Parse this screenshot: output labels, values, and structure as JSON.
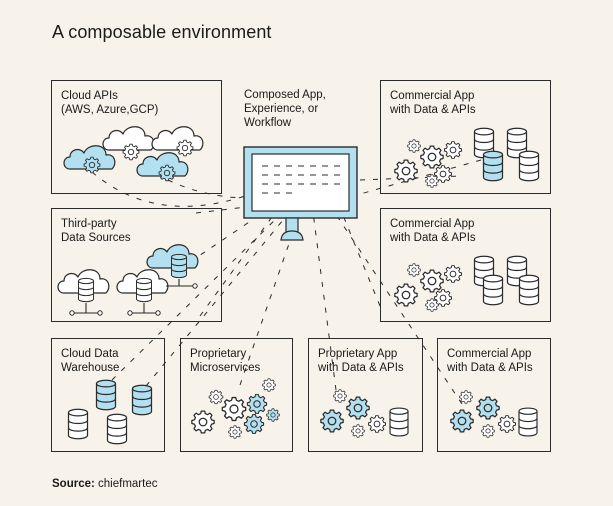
{
  "title": "A composable environment",
  "colors": {
    "background": "#f7f2ea",
    "accent_blue": "#b3e0f0",
    "stroke": "#2b2b2b"
  },
  "center": {
    "label": "Composed App,\nExperience, or\nWorkflow",
    "icon": "monitor-icon"
  },
  "components": [
    {
      "id": "cloud-apis",
      "label": "Cloud APIs\n(AWS, Azure,GCP)",
      "icons": [
        "cloud-gear-icon",
        "cloud-gear-icon",
        "cloud-gear-icon",
        "cloud-gear-icon"
      ]
    },
    {
      "id": "third-party-data",
      "label": "Third-party\nData Sources",
      "icons": [
        "cloud-database-icon",
        "cloud-database-icon",
        "cloud-database-icon"
      ]
    },
    {
      "id": "cloud-data-warehouse",
      "label": "Cloud Data\nWarehouse",
      "icons": [
        "database-icon",
        "database-icon",
        "database-icon",
        "database-icon"
      ]
    },
    {
      "id": "proprietary-microservices",
      "label": "Proprietary\nMicroservices",
      "icons": [
        "gear-icon"
      ]
    },
    {
      "id": "proprietary-app",
      "label": "Proprietary App\nwith Data & APIs",
      "icons": [
        "gear-icon",
        "database-icon"
      ]
    },
    {
      "id": "commercial-app-bottom",
      "label": "Commercial App\nwith Data & APIs",
      "icons": [
        "gear-icon",
        "database-icon"
      ]
    },
    {
      "id": "commercial-app-middle",
      "label": "Commercial App\nwith Data & APIs",
      "icons": [
        "gear-icon",
        "database-icon"
      ]
    },
    {
      "id": "commercial-app-top",
      "label": "Commercial App\nwith Data & APIs",
      "icons": [
        "gear-icon",
        "database-icon"
      ]
    }
  ],
  "source": {
    "prefix": "Source:",
    "text": " chiefmartec"
  }
}
